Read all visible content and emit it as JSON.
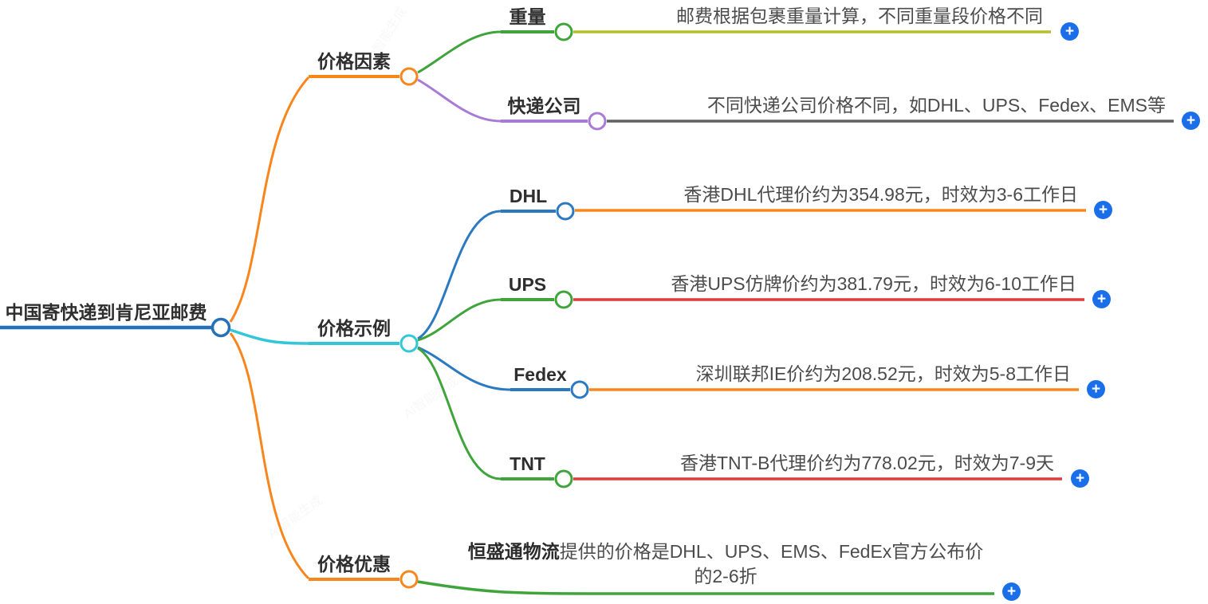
{
  "root": {
    "label": "中国寄快递到肯尼亚邮费"
  },
  "branches": [
    {
      "label": "价格因素",
      "children": [
        {
          "label": "重量",
          "desc": "邮费根据包裹重量计算，不同重量段价格不同"
        },
        {
          "label": "快递公司",
          "desc": "不同快递公司价格不同，如DHL、UPS、Fedex、EMS等"
        }
      ]
    },
    {
      "label": "价格示例",
      "children": [
        {
          "label": "DHL",
          "desc": "香港DHL代理价约为354.98元，时效为3-6工作日"
        },
        {
          "label": "UPS",
          "desc": "香港UPS仿牌价约为381.79元，时效为6-10工作日"
        },
        {
          "label": "Fedex",
          "desc": "深圳联邦IE价约为208.52元，时效为5-8工作日"
        },
        {
          "label": "TNT",
          "desc": "香港TNT-B代理价约为778.02元，时效为7-9天"
        }
      ]
    },
    {
      "label": "价格优惠",
      "children": [
        {
          "bold": "恒盛通物流",
          "desc": "提供的价格是DHL、UPS、EMS、FedEx官方公布价的2-6折"
        }
      ]
    }
  ],
  "plus_icon": "+",
  "watermark": "AI智能生成",
  "colors": {
    "root_blue": "#2471b9",
    "orange": "#f8861d",
    "cyan": "#31c6d8",
    "green": "#3fa43b",
    "purple": "#a87bd5",
    "blue": "#2b7ac1",
    "olive": "#b5bd2b",
    "gray": "#616161",
    "red": "#e23b3b",
    "plus_blue": "#1a6fe8"
  }
}
